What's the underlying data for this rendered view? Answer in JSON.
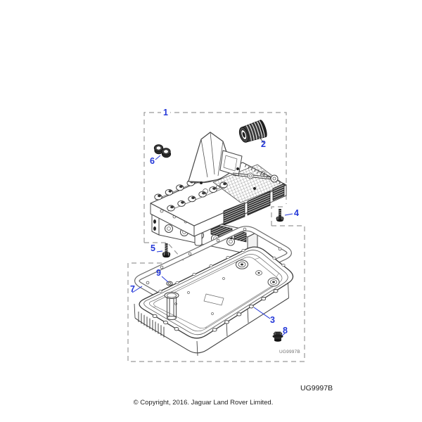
{
  "diagram": {
    "code": "UG9997B",
    "inset_code": "UG9997B",
    "callouts": [
      "1",
      "2",
      "3",
      "4",
      "5",
      "6",
      "7",
      "8",
      "9"
    ],
    "colors": {
      "callout_blue": "#2337d8",
      "line_gray": "#3a3a3a",
      "dash_gray": "#999999",
      "dark_part": "#262626"
    }
  },
  "footer": {
    "copyright": "© Copyright, 2016. Jaguar Land Rover Limited."
  }
}
